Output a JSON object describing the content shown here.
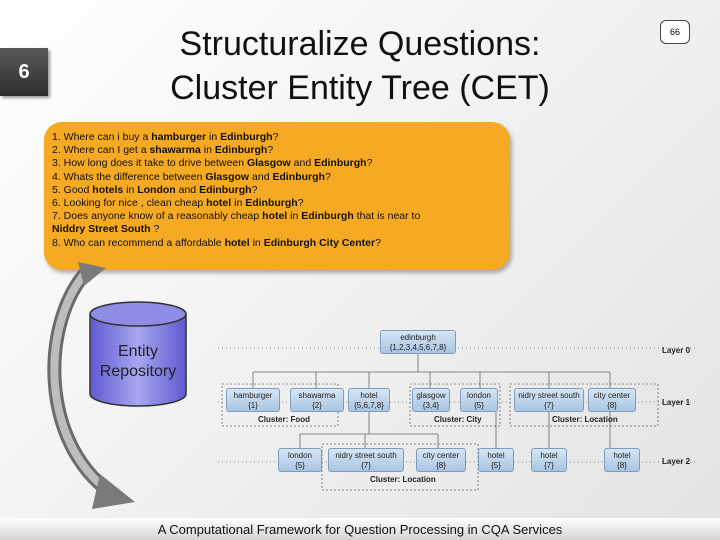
{
  "slide": {
    "number": "6",
    "page_badge": "66"
  },
  "title": {
    "line1": "Structuralize Questions:",
    "line2": "Cluster Entity Tree (CET)"
  },
  "questions": [
    [
      {
        "t": "1. Where can i buy a "
      },
      {
        "t": "hamburger",
        "b": true
      },
      {
        "t": " in "
      },
      {
        "t": "Edinburgh",
        "b": true
      },
      {
        "t": "?"
      }
    ],
    [
      {
        "t": "2. Where can I get a "
      },
      {
        "t": "shawarma",
        "b": true
      },
      {
        "t": " in "
      },
      {
        "t": "Edinburgh",
        "b": true
      },
      {
        "t": "?"
      }
    ],
    [
      {
        "t": "3. How long does it take to drive between "
      },
      {
        "t": "Glasgow",
        "b": true
      },
      {
        "t": " and "
      },
      {
        "t": "Edinburgh",
        "b": true
      },
      {
        "t": "?"
      }
    ],
    [
      {
        "t": "4. Whats the difference between "
      },
      {
        "t": "Glasgow",
        "b": true
      },
      {
        "t": " and "
      },
      {
        "t": "Edinburgh",
        "b": true
      },
      {
        "t": "?"
      }
    ],
    [
      {
        "t": "5. Good "
      },
      {
        "t": "hotels",
        "b": true
      },
      {
        "t": " in "
      },
      {
        "t": "London",
        "b": true
      },
      {
        "t": " and "
      },
      {
        "t": "Edinburgh",
        "b": true
      },
      {
        "t": "?"
      }
    ],
    [
      {
        "t": "6. Looking for nice , clean cheap "
      },
      {
        "t": "hotel",
        "b": true
      },
      {
        "t": " in "
      },
      {
        "t": "Edinburgh",
        "b": true
      },
      {
        "t": "?"
      }
    ],
    [
      {
        "t": "7. Does anyone know of a reasonably cheap "
      },
      {
        "t": "hotel",
        "b": true
      },
      {
        "t": " in "
      },
      {
        "t": "Edinburgh",
        "b": true
      },
      {
        "t": " that is near to"
      }
    ],
    [
      {
        "t": "Niddry Street South",
        "b": true
      },
      {
        "t": " ?"
      }
    ],
    [
      {
        "t": "8. Who can recommend a affordable "
      },
      {
        "t": "hotel",
        "b": true
      },
      {
        "t": " in "
      },
      {
        "t": "Edinburgh City Center",
        "b": true
      },
      {
        "t": "?"
      }
    ]
  ],
  "repository": {
    "line1": "Entity",
    "line2": "Repository"
  },
  "tree": {
    "root": {
      "name": "edinburgh",
      "ids": "{1,2,3,4,5,6,7,8}"
    },
    "layer1": [
      {
        "name": "hamburger",
        "ids": "{1}"
      },
      {
        "name": "shawarma",
        "ids": "{2}"
      },
      {
        "name": "hotel",
        "ids": "{5,6,7,8}"
      },
      {
        "name": "glasgow",
        "ids": "{3,4}"
      },
      {
        "name": "london",
        "ids": "{5}"
      },
      {
        "name": "nidry street south",
        "ids": "{7}"
      },
      {
        "name": "city center",
        "ids": "{8}"
      }
    ],
    "layer1_clusters": [
      "Cluster: Food",
      "Cluster: City",
      "Cluster: Location"
    ],
    "layer2": [
      {
        "name": "london",
        "ids": "{5}"
      },
      {
        "name": "nidry street south",
        "ids": "{7}"
      },
      {
        "name": "city center",
        "ids": "{8}"
      },
      {
        "name": "hotel",
        "ids": "{5}"
      },
      {
        "name": "hotel",
        "ids": "{7}"
      },
      {
        "name": "hotel",
        "ids": "{8}"
      }
    ],
    "layer2_clusters": [
      "Cluster: Location"
    ],
    "layers": [
      "Layer 0",
      "Layer 1",
      "Layer 2"
    ]
  },
  "footer": "A Computational Framework for Question Processing in CQA Services"
}
